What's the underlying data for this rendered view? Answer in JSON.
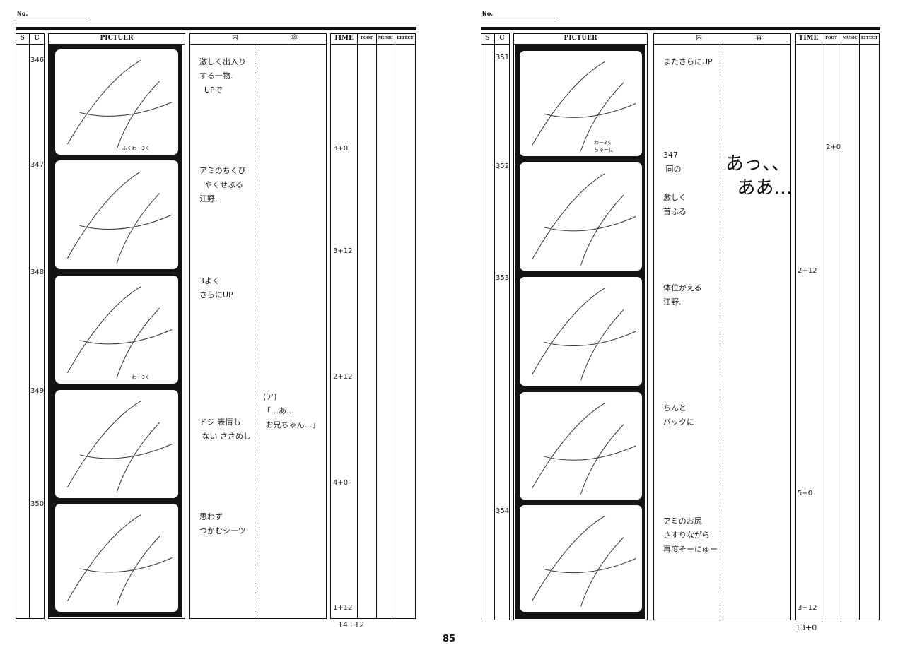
{
  "header": {
    "no_label": "No.",
    "col_s": "S",
    "col_c": "C",
    "col_picture": "PICTUER",
    "col_content_1": "内",
    "col_content_2": "容",
    "col_time": "TIME",
    "col_foot": "FOOT",
    "col_music": "MUSIC",
    "col_effect": "EFFECT"
  },
  "page_number": "85",
  "left": {
    "cuts": [
      {
        "c": "346",
        "action": "激しく出入り\nする一物.\n  UPで",
        "dialogue": "",
        "time": "3+0",
        "caption": "ふくわー3く"
      },
      {
        "c": "347",
        "action": "アミのちくび\n  やくせぶる\n江野.",
        "dialogue": "",
        "time": "3+12",
        "caption": ""
      },
      {
        "c": "348",
        "action": "3よく\nさらにUP",
        "dialogue": "",
        "time": "2+12",
        "caption": "わー3く"
      },
      {
        "c": "349",
        "action": "ドジ 表情も\n ない ささめし",
        "dialogue": "(ア)\n「…あ…\n お兄ちゃん…」",
        "time": "4+0",
        "caption": ""
      },
      {
        "c": "350",
        "action": "思わず\nつかむシーツ",
        "dialogue": "",
        "time": "1+12",
        "caption": ""
      }
    ],
    "total": "14+12"
  },
  "right": {
    "cuts": [
      {
        "c": "351",
        "action": "またさらにUP",
        "dialogue": "",
        "time": "2+0",
        "caption": "わー3く\nちゅーに"
      },
      {
        "c": "352",
        "action": "347\n 同の\n\n激しく\n首ふる",
        "dialogue": "あっ、、\n  ああ…",
        "time": "2+12",
        "caption": ""
      },
      {
        "c": "353",
        "action": "体位かえる\n江野.",
        "dialogue": "",
        "time": "",
        "caption": ""
      },
      {
        "c": "",
        "action": "ちんと\nバックに",
        "dialogue": "",
        "time": "5+0",
        "caption": ""
      },
      {
        "c": "354",
        "action": "アミのお尻\nさすりながら\n再度そーにゅー",
        "dialogue": "",
        "time": "3+12",
        "caption": ""
      }
    ],
    "total": "13+0"
  }
}
